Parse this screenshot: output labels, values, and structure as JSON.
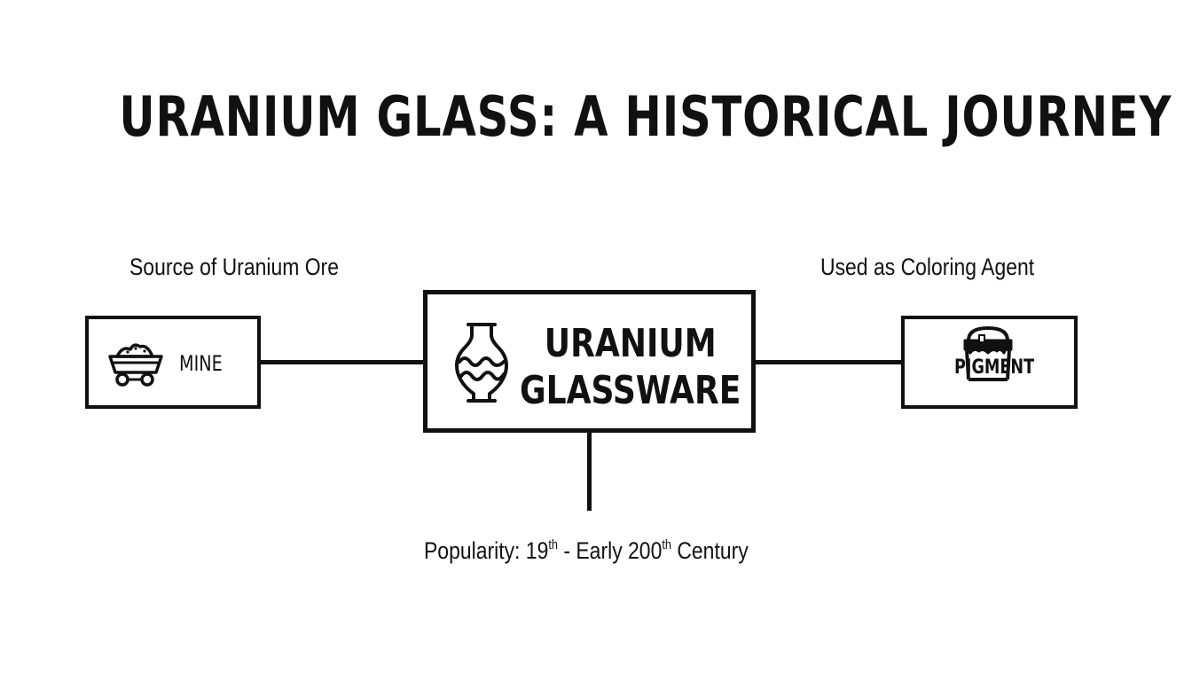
{
  "title": "URANIUM GLASS: A HISTORICAL JOURNEY",
  "labels": {
    "source": "Source of Uranium Ore",
    "usage": "Used as Coloring Agent",
    "popularity_prefix": "Popularity: 19",
    "popularity_sup1": "th",
    "popularity_middle": " - Early 200",
    "popularity_sup2": "th",
    "popularity_suffix": " Century"
  },
  "nodes": {
    "mine": {
      "label": "MINE",
      "icon": "mine-cart-icon"
    },
    "center": {
      "line1": "URANIUM",
      "line2": "GLASSWARE",
      "icon": "vase-icon"
    },
    "pigment": {
      "label": "PIGMENT",
      "icon": "paint-bucket-icon"
    }
  },
  "colors": {
    "stroke": "#111111",
    "background": "#ffffff"
  }
}
